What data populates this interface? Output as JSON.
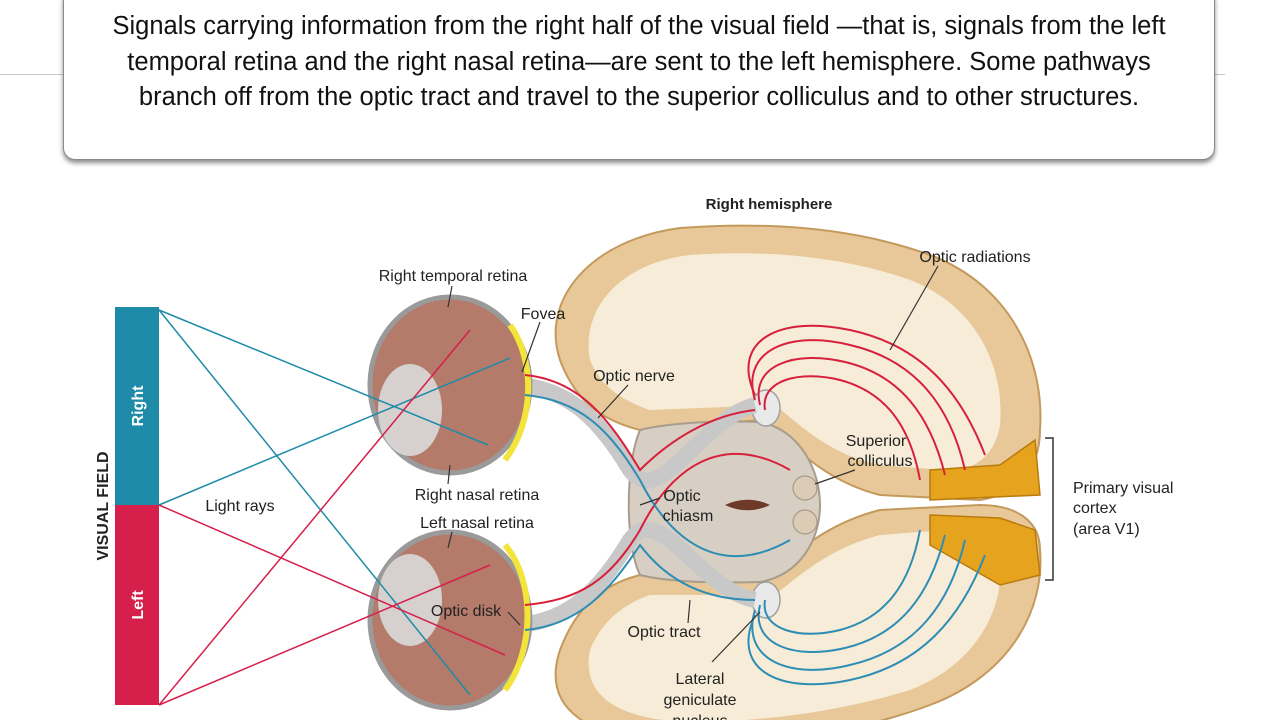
{
  "caption": "Signals carrying information from the right half of the visual field —that is, signals from the left temporal retina and the right nasal retina—are sent to the left hemisphere. Some pathways branch off from the optic tract and travel to the superior colliculus and to other structures.",
  "diagram": {
    "title": "Right hemisphere",
    "visual_field": {
      "axis_label": "VISUAL FIELD",
      "right": "Right",
      "left": "Left"
    },
    "labels": {
      "right_temporal_retina": "Right temporal retina",
      "fovea": "Fovea",
      "optic_nerve": "Optic nerve",
      "optic_radiations": "Optic radiations",
      "superior": "Superior",
      "colliculus": "colliculus",
      "light_rays": "Light rays",
      "right_nasal_retina": "Right nasal retina",
      "left_nasal_retina": "Left nasal retina",
      "optic": "Optic",
      "chiasm": "chiasm",
      "primary_visual": "Primary visual",
      "cortex": "cortex",
      "area_v1": "(area V1)",
      "optic_disk": "Optic disk",
      "optic_tract": "Optic tract",
      "lateral": "Lateral",
      "geniculate": "geniculate",
      "nucleus": "nucleus"
    },
    "colors": {
      "right_field": "#1e8ca8",
      "left_field": "#d61f4a",
      "red_path": "#d8203c",
      "blue_path": "#2e8db5",
      "cortex": "#e6a31e",
      "brain_gray": "#e8c898",
      "white_matter": "#f6ecd7"
    }
  }
}
